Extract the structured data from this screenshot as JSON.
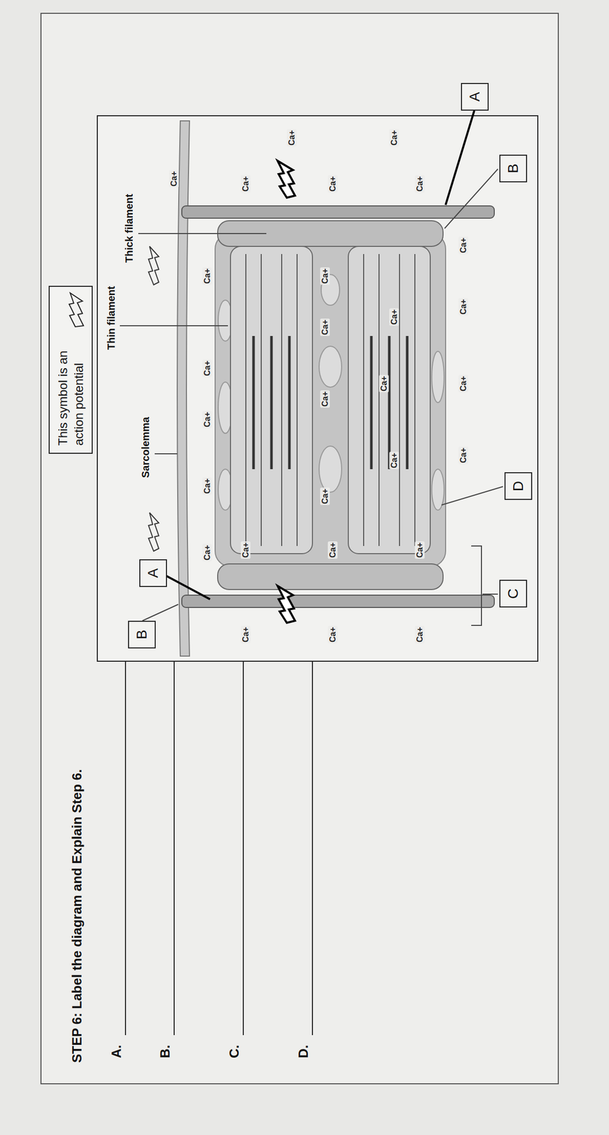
{
  "diagram": {
    "title": "STEP 6: Label the diagram and Explain Step 6.",
    "nodes": [
      {
        "text": [
          "This symbol is an action potential"
        ]
      },
      {
        "text": [
          "B"
        ]
      },
      {
        "text": [
          "A"
        ]
      },
      {
        "text": [
          "C"
        ]
      },
      {
        "text": [
          "D"
        ]
      },
      {
        "text": [
          "B"
        ]
      },
      {
        "text": [
          "A"
        ]
      }
    ],
    "edges": [],
    "labels": [
      "A.",
      "B.",
      "C.",
      "D.",
      "Thin filament",
      "Thick filament",
      "Sarcolemma",
      "Ca+",
      "Ca+",
      "Ca+",
      "Ca+",
      "Ca+",
      "Ca+",
      "Ca+",
      "Ca+",
      "Ca+",
      "Ca+",
      "Ca+",
      "Ca+",
      "Ca+",
      "Ca+",
      "Ca+",
      "Ca+",
      "Ca+",
      "Ca+",
      "Ca+",
      "Ca+",
      "Ca+",
      "Ca+",
      "Ca+",
      "Ca+",
      "Ca+",
      "Ca+",
      "Ca+",
      "Ca+"
    ]
  }
}
